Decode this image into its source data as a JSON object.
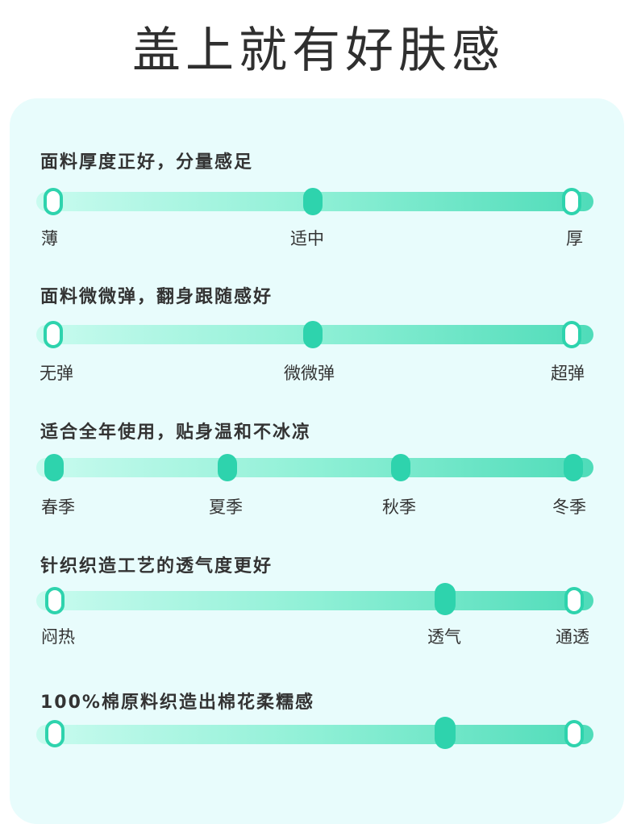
{
  "header": {
    "title": "盖上就有好肤感"
  },
  "sections": [
    {
      "title": "面料厚度正好，分量感足",
      "labels": [
        "薄",
        "适中",
        "厚"
      ]
    },
    {
      "title": "面料微微弹，翻身跟随感好",
      "labels": [
        "无弹",
        "微微弹",
        "超弹"
      ]
    },
    {
      "title": "适合全年使用，贴身温和不冰凉",
      "labels": [
        "春季",
        "夏季",
        "秋季",
        "冬季"
      ]
    },
    {
      "title": "针织织造工艺的透气度更好",
      "labels": [
        "闷热",
        "透气",
        "通透"
      ]
    },
    {
      "title": "100%棉原料织造出棉花柔糯感",
      "labels": []
    }
  ],
  "colors": {
    "accent": "#2ed3ad",
    "panel": "#e8fcfc",
    "track_start": "#c9fbef",
    "track_end": "#4fdcb9"
  }
}
